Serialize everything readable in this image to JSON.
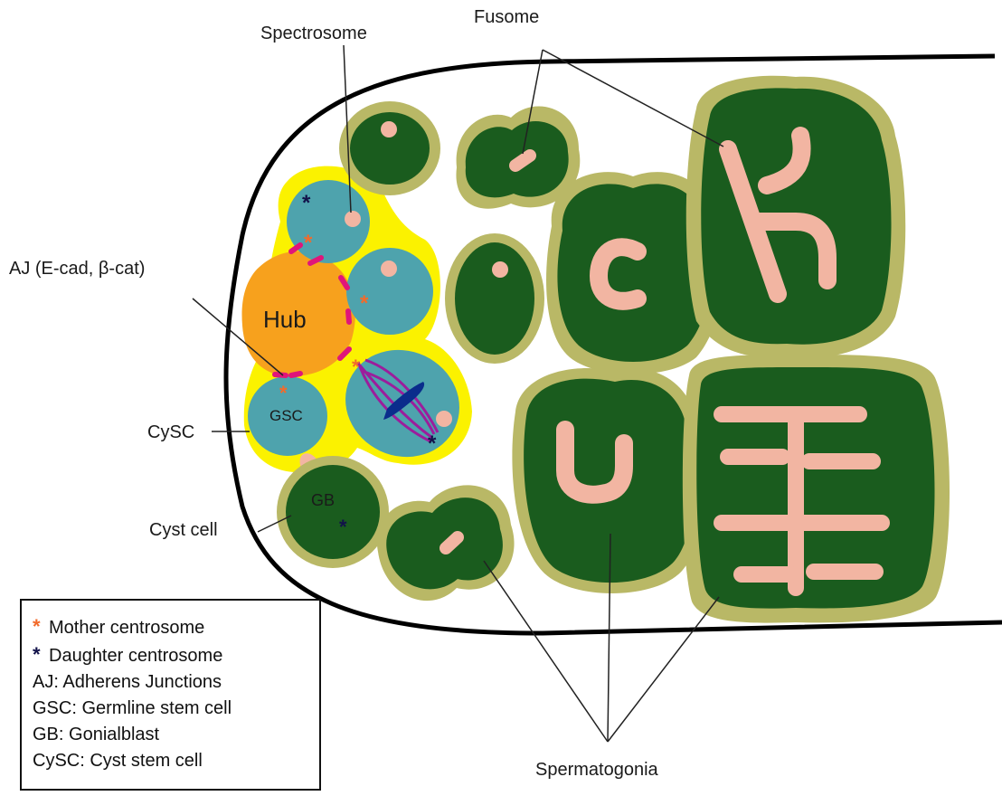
{
  "labels": {
    "spectrosome": "Spectrosome",
    "fusome": "Fusome",
    "aj": "AJ (E-cad, β-cat)",
    "cysc": "CySC",
    "cyst_cell": "Cyst cell",
    "spermatogonia": "Spermatogonia",
    "hub": "Hub",
    "gsc": "GSC",
    "gb": "GB"
  },
  "legend": {
    "items": [
      {
        "mark": "*",
        "text": "Mother centrosome"
      },
      {
        "mark": "*",
        "text": "Daughter centrosome"
      },
      {
        "mark": "",
        "text": "AJ: Adherens Junctions"
      },
      {
        "mark": "",
        "text": "GSC: Germline stem cell"
      },
      {
        "mark": "",
        "text": "GB: Gonialblast"
      },
      {
        "mark": "",
        "text": "CySC: Cyst stem cell"
      }
    ]
  },
  "colors": {
    "outline": "#000000",
    "cyst_yellow": "#fbf200",
    "hub_orange": "#f7a11d",
    "gsc_teal": "#4ea3ad",
    "spermatogonia_green": "#1a5c1e",
    "cyst_olive": "#b9b866",
    "fusome_pink": "#f2b5a2",
    "aj_magenta": "#e0157a",
    "mother_centrosome": "#f26b2b",
    "daughter_centrosome": "#12124a",
    "chromosome_blue": "#0a2d8c",
    "spindle_purple": "#9c1d9c"
  }
}
